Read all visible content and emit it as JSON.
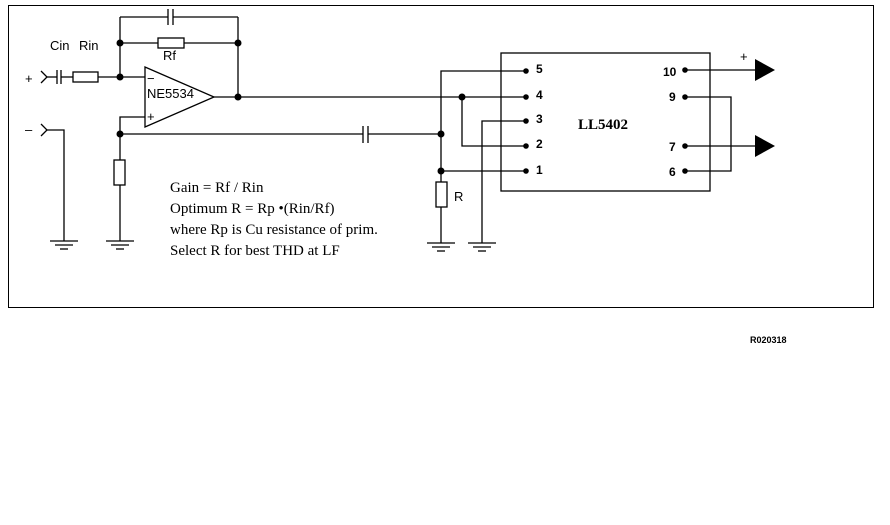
{
  "labels": {
    "cin": "Cin",
    "rin": "Rin",
    "rf": "Rf",
    "opamp": "NE5534",
    "opamp_minus": "−",
    "opamp_plus": "+",
    "input_plus": "+",
    "input_minus": "–",
    "r": "R",
    "chip": "LL5402",
    "output_plus": "+"
  },
  "pins": {
    "p1": "1",
    "p2": "2",
    "p3": "3",
    "p4": "4",
    "p5": "5",
    "p6": "6",
    "p7": "7",
    "p9": "9",
    "p10": "10"
  },
  "notes": [
    "Gain = Rf / Rin",
    "Optimum R = Rp •(Rin/Rf)",
    "where Rp is Cu resistance of prim.",
    "Select R for best THD at LF"
  ],
  "reference": "R020318"
}
